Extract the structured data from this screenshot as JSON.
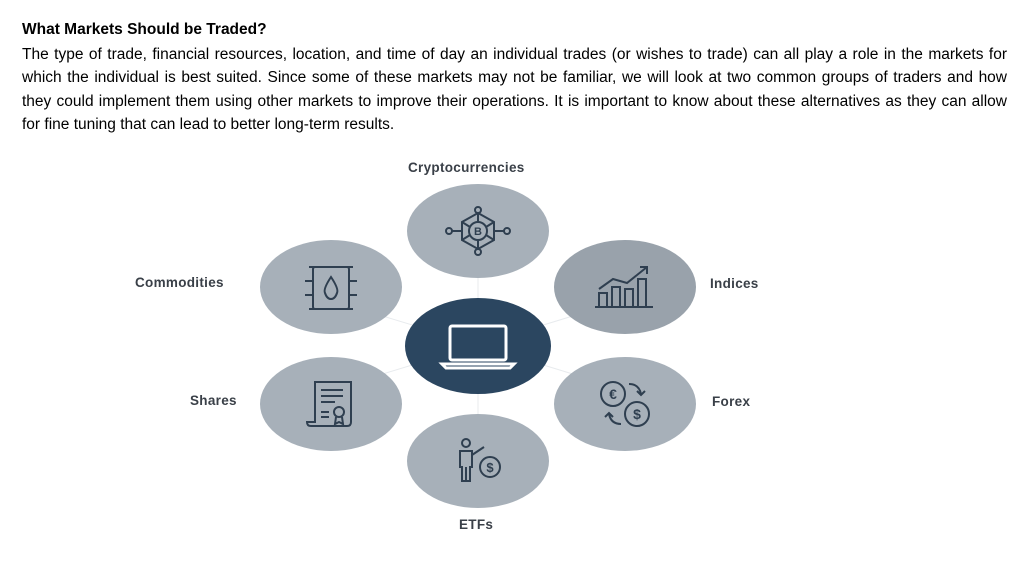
{
  "heading": "What Markets Should be Traded?",
  "paragraph": "The type of trade, financial resources, location, and time of day an individual trades (or wishes to trade) can all play a role in the markets for which the individual is best suited. Since some of these markets may not be familiar, we will look at two common groups of traders and how they could implement them using other markets to improve their operations. It is important to know about these alternatives as they can allow for fine tuning that can lead to better long-term results.",
  "diagram": {
    "center_icon": "laptop-icon",
    "markets": [
      {
        "label": "Cryptocurrencies",
        "icon": "bitcoin-network-icon"
      },
      {
        "label": "Indices",
        "icon": "bar-chart-trend-icon"
      },
      {
        "label": "Forex",
        "icon": "currency-exchange-icon"
      },
      {
        "label": "ETFs",
        "icon": "presenter-dollar-icon"
      },
      {
        "label": "Shares",
        "icon": "certificate-scroll-icon"
      },
      {
        "label": "Commodities",
        "icon": "oil-barrel-icon"
      }
    ],
    "colors": {
      "outer_circle": "#a7b0b9",
      "center_circle": "#2b4660",
      "icon_stroke": "#2f3f50",
      "label_text": "#3a4048"
    }
  }
}
